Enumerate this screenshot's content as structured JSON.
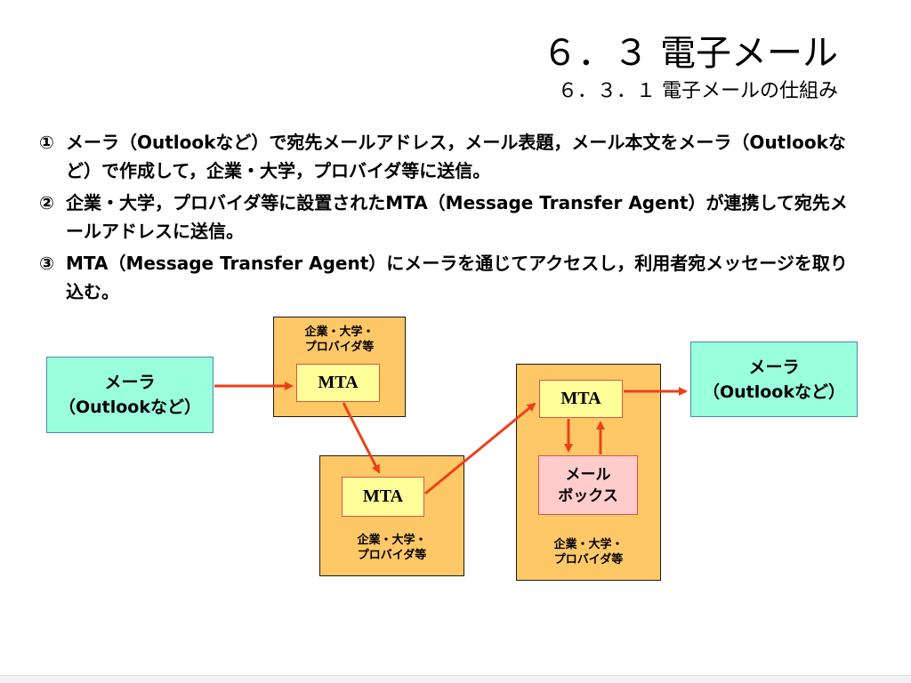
{
  "header": {
    "title": "６．３ 電子メール",
    "subtitle": "６．３．１ 電子メールの仕組み"
  },
  "points": [
    {
      "num": "①",
      "text": "メーラ（Outlookなど）で宛先メールアドレス，メール表題，メール本文をメーラ（Outlookなど）で作成して，企業・大学，プロバイダ等に送信。"
    },
    {
      "num": "②",
      "text": "企業・大学，プロバイダ等に設置されたMTA（Message Transfer Agent）が連携して宛先メールアドレスに送信。"
    },
    {
      "num": "③",
      "text": "MTA（Message Transfer Agent）にメーラを通じてアクセスし，利用者宛メッセージを取り込む。"
    }
  ],
  "diagram": {
    "sender_client": {
      "line1": "メーラ",
      "line2": "（Outlookなど）"
    },
    "receiver_client": {
      "line1": "メーラ",
      "line2": "（Outlookなど）"
    },
    "org_top": {
      "label_line1": "企業・大学・",
      "label_line2": "プロバイダ等",
      "mta": "MTA"
    },
    "org_middle": {
      "label_line1": "企業・大学・",
      "label_line2": "プロバイダ等",
      "mta": "MTA"
    },
    "org_right": {
      "label_line1": "企業・大学・",
      "label_line2": "プロバイダ等",
      "mta": "MTA",
      "mailbox_line1": "メール",
      "mailbox_line2": "ボックス"
    }
  },
  "colors": {
    "arrow": "#e8421a",
    "client_fill": "#99ffdd",
    "org_fill": "#ffc866",
    "mta_fill": "#ffff99",
    "mailbox_fill": "#ffcccc"
  }
}
